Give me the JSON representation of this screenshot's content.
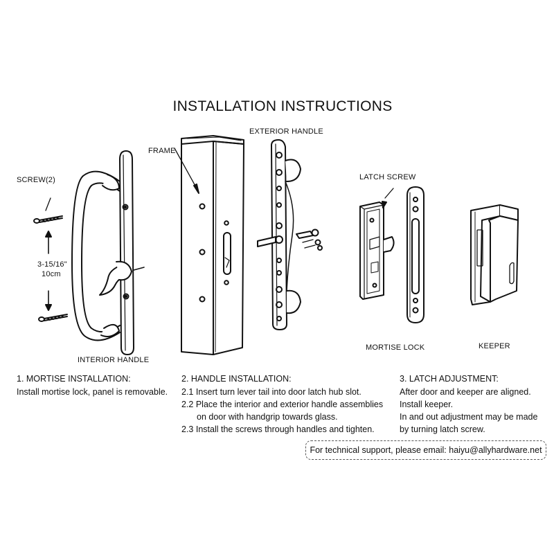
{
  "title": "INSTALLATION INSTRUCTIONS",
  "labels": {
    "screw": "SCREW(2)",
    "dimension_in": "3-15/16\"",
    "dimension_cm": "10cm",
    "interior_handle": "INTERIOR HANDLE",
    "frame": "FRAME",
    "exterior_handle": "EXTERIOR HANDLE",
    "latch_screw": "LATCH SCREW",
    "mortise_lock": "MORTISE LOCK",
    "keeper": "KEEPER"
  },
  "steps": [
    {
      "heading": "1. MORTISE INSTALLATION:",
      "lines": [
        "Install mortise lock, panel is removable."
      ]
    },
    {
      "heading": "2. HANDLE INSTALLATION:",
      "lines": [
        "2.1 Insert turn lever tail into door latch hub slot.",
        "2.2 Place the interior and exterior handle assemblies",
        "on door with handgrip towards glass.",
        "2.3 Install the screws through handles and tighten."
      ]
    },
    {
      "heading": "3. LATCH ADJUSTMENT:",
      "lines": [
        "After door and keeper are aligned.",
        "Install keeper.",
        "In and out adjustment may be made",
        "by turning latch screw."
      ]
    }
  ],
  "support": "For technical support, please email: haiyu@allyhardware.net"
}
